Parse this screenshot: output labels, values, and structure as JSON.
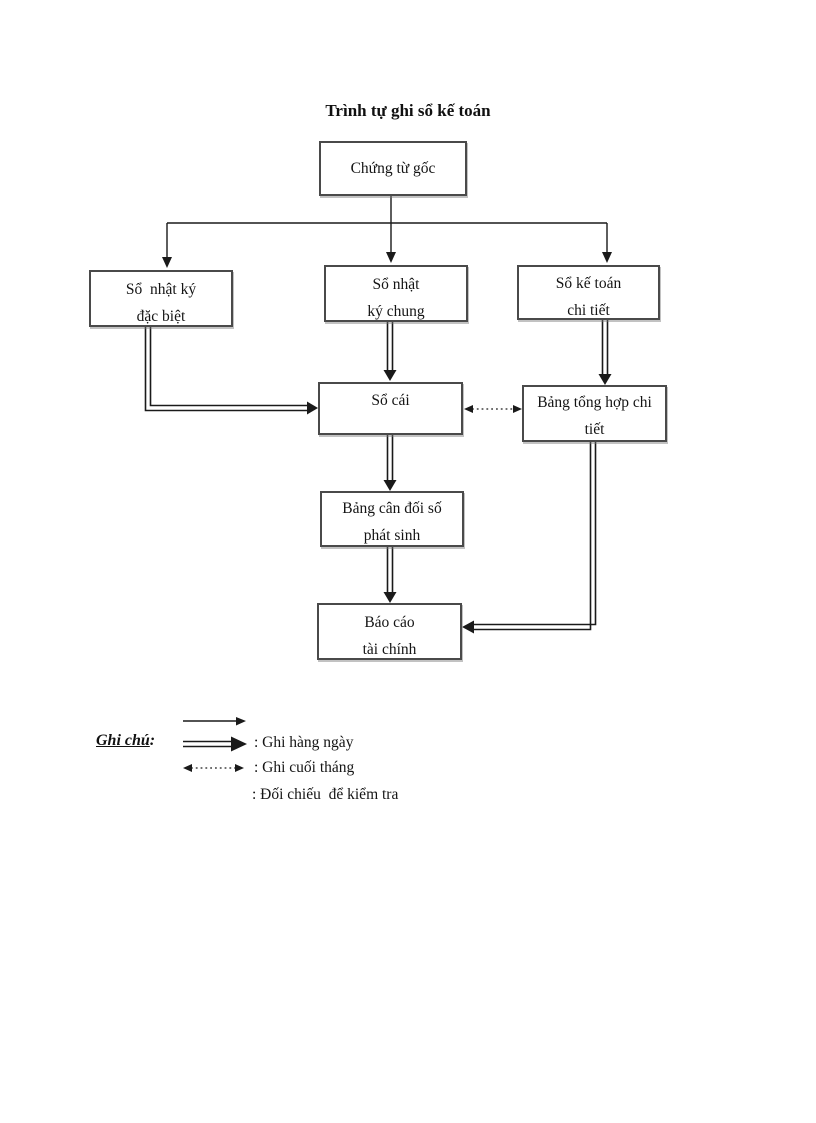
{
  "title": "Trình tự ghi sổ kế toán",
  "nodes": {
    "chung_tu_goc": {
      "label": "Chứng từ gốc"
    },
    "so_nhat_ky_dac_biet": {
      "line1": "Sổ  nhật ký",
      "line2": "đặc biệt"
    },
    "so_nhat_ky_chung": {
      "line1": "Sổ nhật",
      "line2": "ký chung"
    },
    "so_ke_toan_chi_tiet": {
      "line1": "Sổ kế toán",
      "line2": "chi tiết"
    },
    "so_cai": {
      "label": "Sổ cái"
    },
    "bang_tong_hop": {
      "line1": "Bảng tổng hợp chi",
      "line2": "tiết"
    },
    "bang_can_doi": {
      "line1": "Bảng cân đối số",
      "line2": "phát sinh"
    },
    "bao_cao": {
      "line1": "Báo cáo",
      "line2": "tài chính"
    }
  },
  "legend": {
    "heading": "Ghi chú",
    "colon": ":",
    "labels": [
      ": Ghi hàng ngày",
      ": Ghi cuối tháng",
      ": Đối chiếu  để kiểm tra"
    ],
    "icons": {
      "single-arrow-icon": "solid single-line arrow (ghi hàng ngày)",
      "double-arrow-icon": "double-line arrow (ghi cuối tháng)",
      "dotted-double-arrow-icon": "dotted two-headed arrow (đối chiếu để kiểm tra)"
    }
  },
  "colors": {
    "background": "#ffffff",
    "line": "#1a1a1a",
    "box_border": "#4a4a4a",
    "text": "#111111"
  }
}
